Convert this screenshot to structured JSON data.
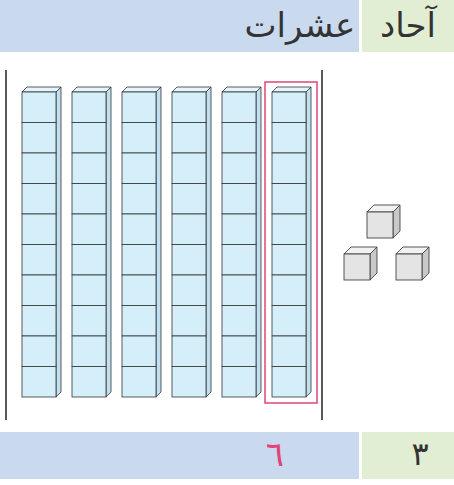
{
  "diagram": {
    "labels": [
      "عشرات",
      "آحاد",
      "٦",
      "٣"
    ]
  }
}
